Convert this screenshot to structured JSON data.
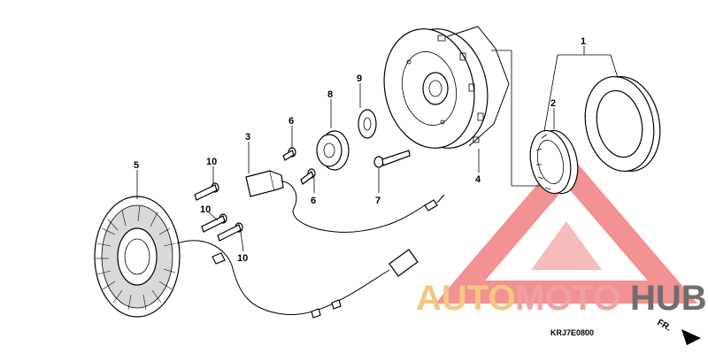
{
  "diagram": {
    "callouts": [
      {
        "id": "1",
        "label": "1"
      },
      {
        "id": "2",
        "label": "2"
      },
      {
        "id": "3",
        "label": "3"
      },
      {
        "id": "4",
        "label": "4"
      },
      {
        "id": "5",
        "label": "5"
      },
      {
        "id": "6a",
        "label": "6"
      },
      {
        "id": "6b",
        "label": "6"
      },
      {
        "id": "7",
        "label": "7"
      },
      {
        "id": "8",
        "label": "8"
      },
      {
        "id": "9",
        "label": "9"
      },
      {
        "id": "10a",
        "label": "10"
      },
      {
        "id": "10b",
        "label": "10"
      },
      {
        "id": "10c",
        "label": "10"
      }
    ],
    "part_code": "KRJ7E0800",
    "direction_label": "FR."
  },
  "watermark": {
    "part1": "AUTO",
    "part2": "MOTO",
    "part3": "HUB",
    "colors": {
      "auto": "#f5c77e",
      "moto": "#f3a0a0",
      "hub": "#6e6e6e",
      "triangle": "#f08080"
    }
  }
}
